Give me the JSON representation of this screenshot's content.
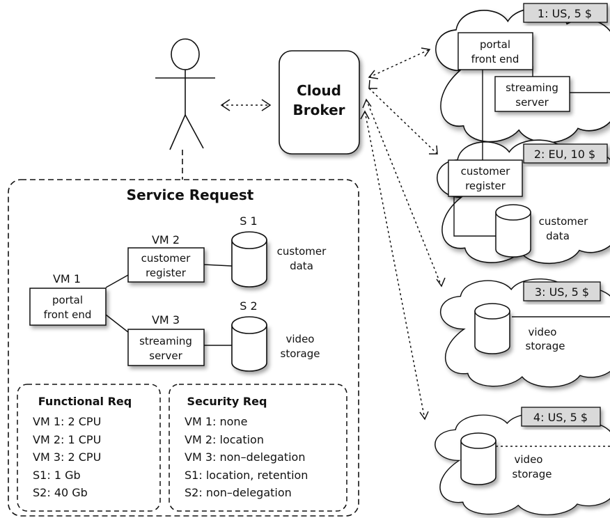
{
  "broker": {
    "line1": "Cloud",
    "line2": "Broker"
  },
  "service_request": {
    "title": "Service Request",
    "vm1": {
      "label": "VM 1",
      "line1": "portal",
      "line2": "front end"
    },
    "vm2": {
      "label": "VM 2",
      "line1": "customer",
      "line2": "register"
    },
    "vm3": {
      "label": "VM 3",
      "line1": "streaming",
      "line2": "server"
    },
    "s1": {
      "label": "S 1",
      "line1": "customer",
      "line2": "data"
    },
    "s2": {
      "label": "S 2",
      "line1": "video",
      "line2": "storage"
    },
    "functional": {
      "title": "Functional Req",
      "items": [
        "VM 1: 2 CPU",
        "VM 2: 1 CPU",
        "VM 3: 2 CPU",
        "S1: 1 Gb",
        "S2: 40 Gb"
      ]
    },
    "security": {
      "title": "Security Req",
      "items": [
        "VM 1: none",
        "VM 2: location",
        "VM 3: non–delegation",
        "S1: location, retention",
        "S2: non–delegation"
      ]
    }
  },
  "clouds": [
    {
      "tag": "1: US, 5 $",
      "box1": [
        "portal",
        "front end"
      ],
      "box2": [
        "streaming",
        "server"
      ]
    },
    {
      "tag": "2: EU, 10 $",
      "box1": [
        "customer",
        "register"
      ],
      "data": [
        "customer",
        "data"
      ]
    },
    {
      "tag": "3: US, 5 $",
      "data": [
        "video",
        "storage"
      ]
    },
    {
      "tag": "4: US, 5 $",
      "data": [
        "video",
        "storage"
      ]
    }
  ],
  "icons": [
    "user-stick-figure-icon",
    "database-cylinder-icon",
    "cloud-icon"
  ]
}
